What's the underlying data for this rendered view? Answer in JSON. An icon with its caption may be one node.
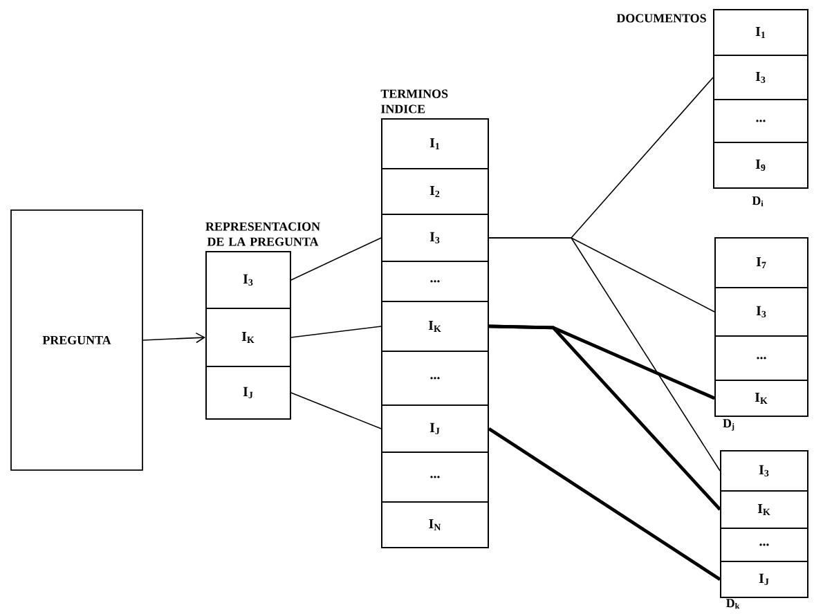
{
  "diagram": {
    "nodes": [
      {
        "text": [
          "PREGUNTA"
        ]
      },
      {
        "text": [
          "REPRESENTACION DE LA PREGUNTA"
        ]
      },
      {
        "text": [
          "I$_{3}$"
        ],
        "in": 1
      },
      {
        "text": [
          "I$_{K}$"
        ],
        "in": 1
      },
      {
        "text": [
          "I$_{J}$"
        ],
        "in": 1
      },
      {
        "text": [
          "TERMINOS INDICE"
        ]
      },
      {
        "text": [
          "I$_{1}$"
        ],
        "in": 5
      },
      {
        "text": [
          "I$_{2}$"
        ],
        "in": 5
      },
      {
        "text": [
          "I$_{3}$"
        ],
        "in": 5
      },
      {
        "text": [
          "..."
        ],
        "in": 5
      },
      {
        "text": [
          "I$_{K}$"
        ],
        "in": 5
      },
      {
        "text": [
          "..."
        ],
        "in": 5
      },
      {
        "text": [
          "I$_{J}$"
        ],
        "in": 5
      },
      {
        "text": [
          "..."
        ],
        "in": 5
      },
      {
        "text": [
          "I$_{N}$"
        ],
        "in": 5
      },
      {
        "text": [
          "D$_{i}$"
        ]
      },
      {
        "text": [
          "I$_{1}$"
        ],
        "in": 15
      },
      {
        "text": [
          "I$_{3}$"
        ],
        "in": 15
      },
      {
        "text": [
          "..."
        ],
        "in": 15
      },
      {
        "text": [
          "I$_{9}$"
        ],
        "in": 15
      },
      {
        "text": [
          "D$_{j}$"
        ]
      },
      {
        "text": [
          "I$_{7}$"
        ],
        "in": 20
      },
      {
        "text": [
          "I$_{3}$"
        ],
        "in": 20
      },
      {
        "text": [
          "..."
        ],
        "in": 20
      },
      {
        "text": [
          "I$_{K}$"
        ],
        "in": 20
      },
      {
        "text": [
          "D$_{k}$"
        ]
      },
      {
        "text": [
          "I$_{3}$"
        ],
        "in": 25
      },
      {
        "text": [
          "I$_{K}$"
        ],
        "in": 25
      },
      {
        "text": [
          "..."
        ],
        "in": 25
      },
      {
        "text": [
          "I$_{J}$"
        ],
        "in": 25
      }
    ],
    "edges": [
      {
        "from": 0,
        "to": 3,
        "arrow": "to"
      },
      {
        "from": 2,
        "to": 8,
        "arrow": "none"
      },
      {
        "from": 3,
        "to": 10,
        "arrow": "none"
      },
      {
        "from": 4,
        "to": 12,
        "arrow": "none"
      },
      {
        "from": 8,
        "to": 17,
        "arrow": "none"
      },
      {
        "from": 8,
        "to": 22,
        "arrow": "none"
      },
      {
        "from": 8,
        "to": 26,
        "arrow": "none"
      },
      {
        "from": 10,
        "to": 24,
        "arrow": "none",
        "style": "thick"
      },
      {
        "from": 10,
        "to": 27,
        "arrow": "none",
        "style": "thick"
      },
      {
        "from": 12,
        "to": 29,
        "arrow": "none",
        "style": "thick"
      }
    ],
    "labels": [
      "DOCUMENTOS"
    ]
  }
}
